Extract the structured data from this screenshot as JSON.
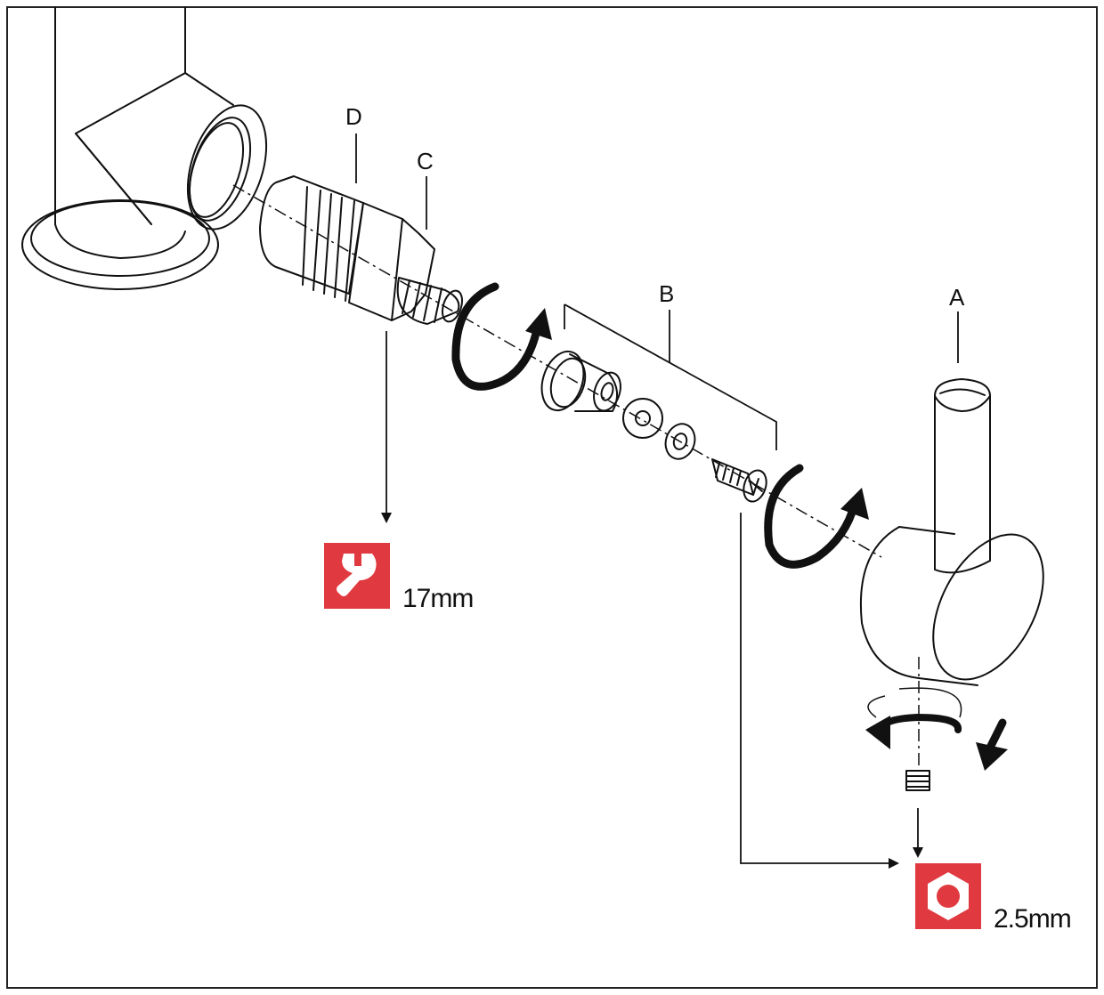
{
  "labels": {
    "a": "A",
    "b": "B",
    "c": "C",
    "d": "D"
  },
  "tools": {
    "wrench": {
      "icon": "wrench-icon",
      "size": "17mm"
    },
    "hex_key": {
      "icon": "hex-key-icon",
      "size": "2.5mm"
    }
  },
  "colors": {
    "tool_badge": "#e03a40",
    "line": "#111111"
  }
}
